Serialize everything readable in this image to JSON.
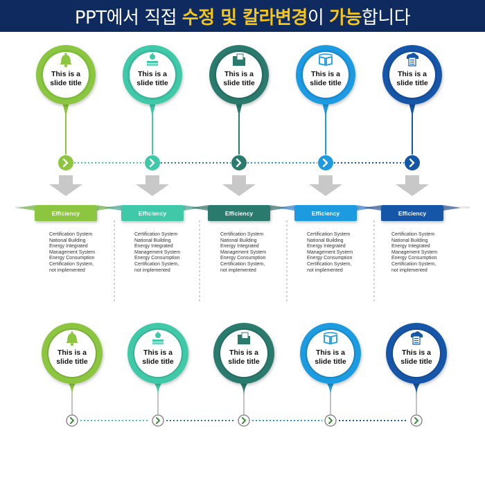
{
  "banner": {
    "text_1": "PPT에서 직접 ",
    "text_2": "수정 및 칼라변경",
    "text_3": "이 ",
    "text_4": "가능",
    "text_5": "합니다"
  },
  "top_items": [
    {
      "title_1": "This is a",
      "title_2": "slide title",
      "icon": "bell-icon",
      "label": "Efficiency",
      "color": "#8cc63f",
      "dark": "#5fae2e"
    },
    {
      "title_1": "This is a",
      "title_2": "slide title",
      "icon": "apple-books-icon",
      "label": "Efficiency",
      "color": "#3fc9a8",
      "dark": "#2e9a88"
    },
    {
      "title_1": "This is a",
      "title_2": "slide title",
      "icon": "folder-icon",
      "label": "Efficiency",
      "color": "#2b7a6e",
      "dark": "#1e5d57"
    },
    {
      "title_1": "This is a",
      "title_2": "slide title",
      "icon": "open-book-icon",
      "label": "Efficiency",
      "color": "#1e9be0",
      "dark": "#1670c4"
    },
    {
      "title_1": "This is a",
      "title_2": "slide title",
      "icon": "cloud-document-icon",
      "label": "Efficiency",
      "color": "#1456a8",
      "dark": "#0d3d85"
    }
  ],
  "descriptions": [
    [
      "Certification System",
      "National Building",
      "Energy Integrated",
      "Management System",
      "Energy Consumption",
      "Certification System,",
      "not implemented"
    ],
    [
      "Certification System",
      "National Building",
      "Energy Integrated",
      "Management System",
      "Energy Consumption",
      "Certification System,",
      "not implemented"
    ],
    [
      "Certification System",
      "National Building",
      "Energy Integrated",
      "Management System",
      "Energy Consumption",
      "Certification System,",
      "not implemented"
    ],
    [
      "Certification System",
      "National Building",
      "Energy Integrated",
      "Management System",
      "Energy Consumption",
      "Certification System,",
      "not implemented"
    ],
    [
      "Certification System",
      "National Building",
      "Energy Integrated",
      "Management System",
      "Energy Consumption",
      "Certification System,",
      "not implemented"
    ]
  ],
  "bottom_items": [
    {
      "title_1": "This is a",
      "title_2": "slide title",
      "icon": "bell-icon",
      "color": "#8cc63f"
    },
    {
      "title_1": "This is a",
      "title_2": "slide title",
      "icon": "apple-books-icon",
      "color": "#3fc9a8"
    },
    {
      "title_1": "This is a",
      "title_2": "slide title",
      "icon": "folder-icon",
      "color": "#2b7a6e"
    },
    {
      "title_1": "This is a",
      "title_2": "slide title",
      "icon": "open-book-icon",
      "color": "#1e9be0"
    },
    {
      "title_1": "This is a",
      "title_2": "slide title",
      "icon": "cloud-document-icon",
      "color": "#1456a8"
    }
  ],
  "colors": {
    "banner_bg": "#0f2a5e",
    "highlight": "#f5c518",
    "arrow_gray": "#c8c8c8"
  }
}
